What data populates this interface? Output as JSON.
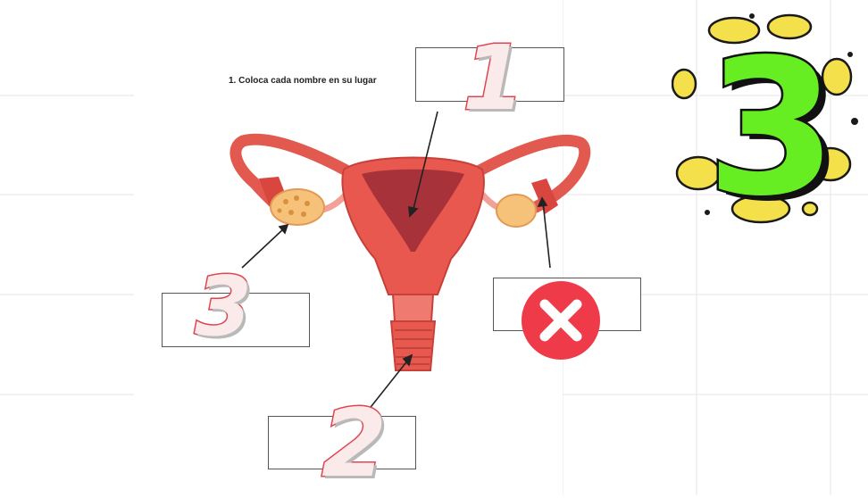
{
  "worksheet": {
    "instruction": "1.   Coloca cada nombre en su lugar",
    "label_boxes": [
      {
        "id": "box-top",
        "answer": ""
      },
      {
        "id": "box-left",
        "answer": ""
      },
      {
        "id": "box-right",
        "answer": ""
      },
      {
        "id": "box-bottom",
        "answer": ""
      }
    ],
    "markers": {
      "top": "1",
      "bottom": "2",
      "left": "3"
    },
    "wrong_marker": "x-circle-icon"
  },
  "score_badge": {
    "value": "3",
    "fill_color": "#66ee22",
    "burst_color": "#f4e04a"
  },
  "colors": {
    "marker_fill": "#fbeaea",
    "marker_stroke": "#e04551",
    "wrong_red": "#ef3a49",
    "organ_red": "#e8584f",
    "ovary_orange": "#f6c27a"
  }
}
